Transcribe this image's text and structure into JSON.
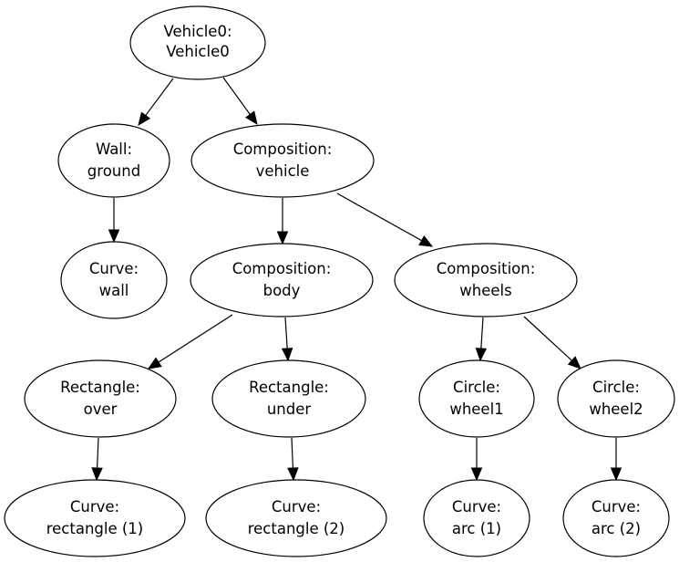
{
  "diagram": {
    "nodes": {
      "vehicle0": {
        "line1": "Vehicle0:",
        "line2": "Vehicle0"
      },
      "ground": {
        "line1": "Wall:",
        "line2": "ground"
      },
      "vehicle": {
        "line1": "Composition:",
        "line2": "vehicle"
      },
      "wall": {
        "line1": "Curve:",
        "line2": "wall"
      },
      "body": {
        "line1": "Composition:",
        "line2": "body"
      },
      "wheels": {
        "line1": "Composition:",
        "line2": "wheels"
      },
      "over": {
        "line1": "Rectangle:",
        "line2": "over"
      },
      "under": {
        "line1": "Rectangle:",
        "line2": "under"
      },
      "wheel1": {
        "line1": "Circle:",
        "line2": "wheel1"
      },
      "wheel2": {
        "line1": "Circle:",
        "line2": "wheel2"
      },
      "rect1": {
        "line1": "Curve:",
        "line2": "rectangle (1)"
      },
      "rect2": {
        "line1": "Curve:",
        "line2": "rectangle (2)"
      },
      "arc1": {
        "line1": "Curve:",
        "line2": "arc (1)"
      },
      "arc2": {
        "line1": "Curve:",
        "line2": "arc (2)"
      }
    },
    "edges": [
      {
        "from": "vehicle0",
        "to": "ground"
      },
      {
        "from": "vehicle0",
        "to": "vehicle"
      },
      {
        "from": "ground",
        "to": "wall"
      },
      {
        "from": "vehicle",
        "to": "body"
      },
      {
        "from": "vehicle",
        "to": "wheels"
      },
      {
        "from": "body",
        "to": "over"
      },
      {
        "from": "body",
        "to": "under"
      },
      {
        "from": "wheels",
        "to": "wheel1"
      },
      {
        "from": "wheels",
        "to": "wheel2"
      },
      {
        "from": "over",
        "to": "rect1"
      },
      {
        "from": "under",
        "to": "rect2"
      },
      {
        "from": "wheel1",
        "to": "arc1"
      },
      {
        "from": "wheel2",
        "to": "arc2"
      }
    ]
  }
}
